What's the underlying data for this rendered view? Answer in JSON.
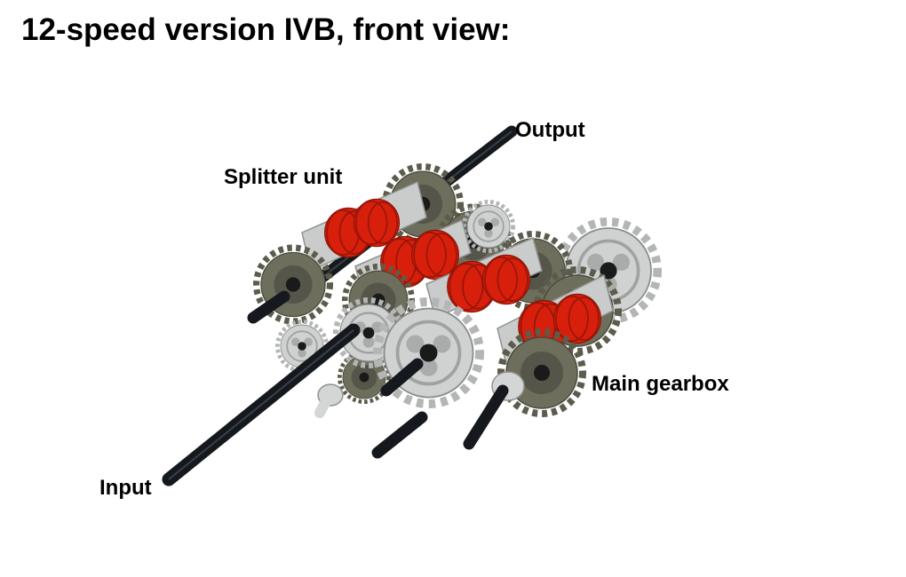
{
  "title": "12-speed version IVB, front view:",
  "labels": {
    "output": "Output",
    "splitter_unit": "Splitter unit",
    "main_gearbox": "Main gearbox",
    "input": "Input"
  },
  "colors": {
    "background": "#ffffff",
    "axle": "#15191e",
    "dark_gear": "#6e6e5c",
    "light_gear": "#c9cccb",
    "clutch_red": "#d81f0c"
  }
}
